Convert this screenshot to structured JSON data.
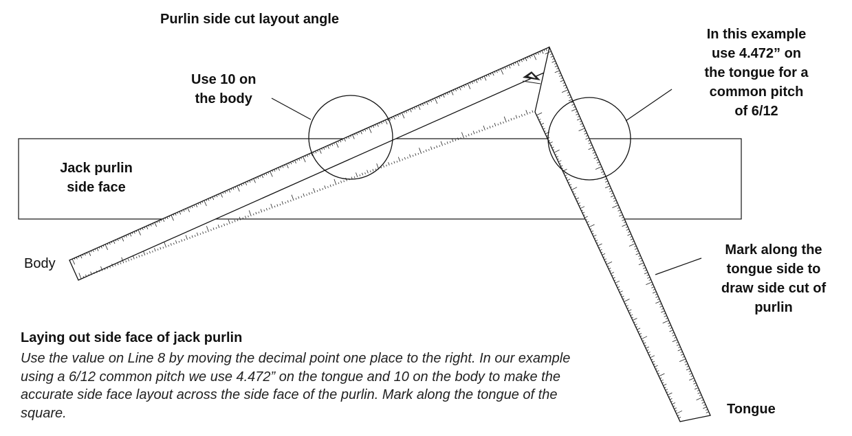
{
  "title": "Purlin side cut layout angle",
  "labels": {
    "body_use": "Use 10 on\nthe body",
    "tongue_use": "In this example\nuse 4.472” on\nthe tongue for a\ncommon pitch\nof 6/12",
    "purlin_face": "Jack purlin\nside face",
    "body": "Body",
    "mark_along": "Mark along the\ntongue side to\ndraw side cut of\npurlin",
    "tongue": "Tongue"
  },
  "caption": {
    "title": "Laying out side face of jack purlin",
    "body": "Use the value on Line 8 by moving the decimal point one place to the right. In our example using a 6/12 common pitch we use 4.472” on the tongue and 10 on the body to make the accurate side face layout across the side face of the purlin. Mark along the tongue of the square."
  },
  "colors": {
    "stroke": "#111111",
    "background": "#ffffff"
  }
}
